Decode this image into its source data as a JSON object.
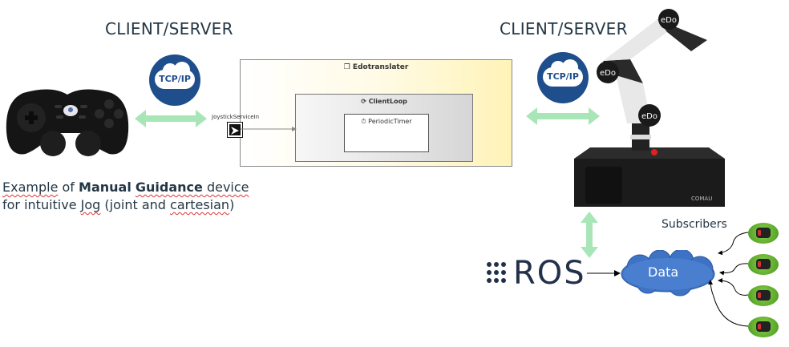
{
  "headings": {
    "left": "CLIENT/SERVER",
    "right": "CLIENT/SERVER"
  },
  "protocol_badges": [
    {
      "icon": "tcp-ip-cloud-icon",
      "label": "TCP/IP"
    },
    {
      "icon": "tcp-ip-cloud-icon",
      "label": "TCP/IP"
    }
  ],
  "devices": {
    "joystick": {
      "icon": "gamepad-icon"
    },
    "robot": {
      "icon": "robot-arm-icon",
      "labels": [
        "eDo",
        "eDo",
        "eDo"
      ],
      "brand": "COMAU"
    }
  },
  "model": {
    "title": "Edotranslater",
    "port_label": "JoystickServiceIn",
    "loop_title": "ClientLoop",
    "timer_title": "PeriodicTimer"
  },
  "caption": {
    "line1_pre": "Example",
    "line1_mid": " of ",
    "line1_bold1": "Manual",
    "line1_space": " ",
    "line1_bold2": "Guidance",
    "line1_post": " device",
    "line2_pre": "for intuitive ",
    "line2_jog": "Jog",
    "line2_mid": " (joint and ",
    "line2_cart": "cartesian",
    "line2_post": ")"
  },
  "ros": {
    "logo_text": "ROS",
    "data_label": "Data",
    "subscribers_label": "Subscribers",
    "subscriber_count": 4
  },
  "colors": {
    "heading": "#243746",
    "tcp_badge": "#1f4e8c",
    "bidirectional_arrow": "#a8e6b8",
    "data_cloud": "#3e72c4",
    "subscriber_green": "#6cbf3a"
  }
}
